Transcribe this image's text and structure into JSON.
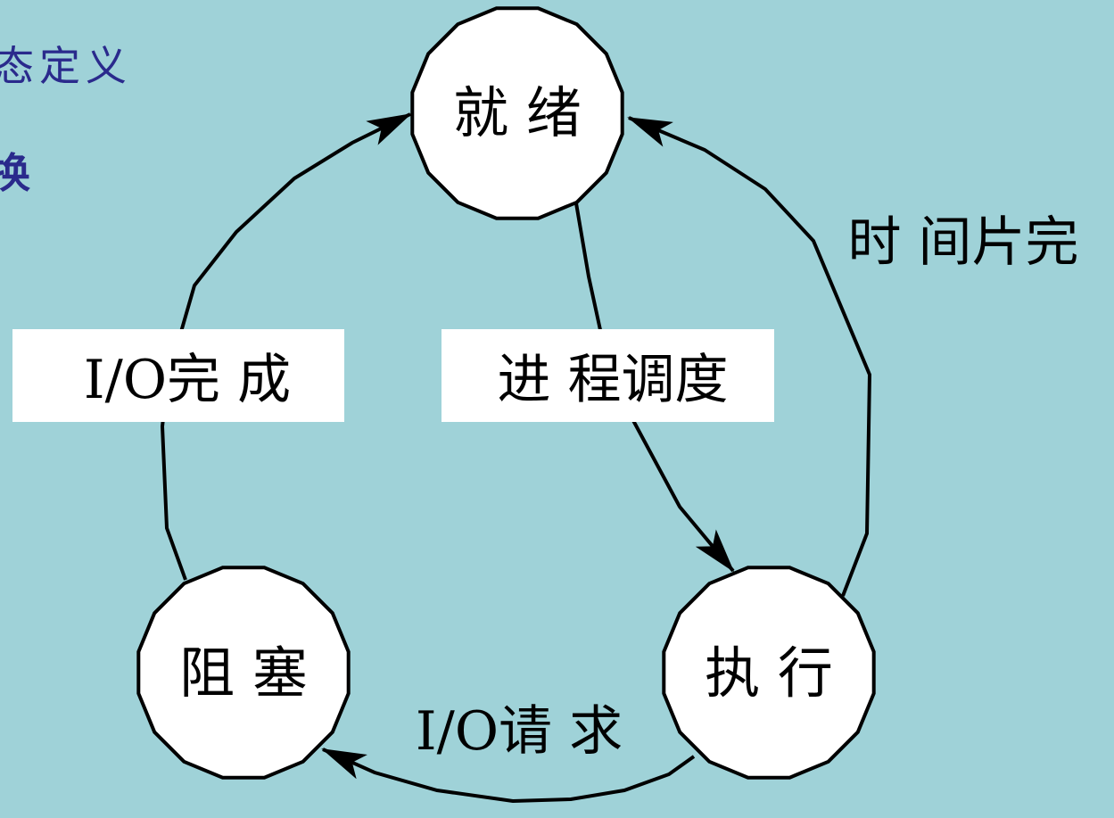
{
  "background_text": {
    "line1": "态定义",
    "line2": "换"
  },
  "states": {
    "ready": "就 绪",
    "running": "执 行",
    "blocked": "阻 塞"
  },
  "transitions": {
    "dispatch": "进 程调度",
    "timeout": "时 间片完",
    "io_request": "I/O请 求",
    "io_complete": "I/O完 成"
  },
  "colors": {
    "background": "#9fd2d8",
    "node_fill": "#ffffff",
    "stroke": "#000000",
    "bg_text": "#2a2a8c"
  }
}
